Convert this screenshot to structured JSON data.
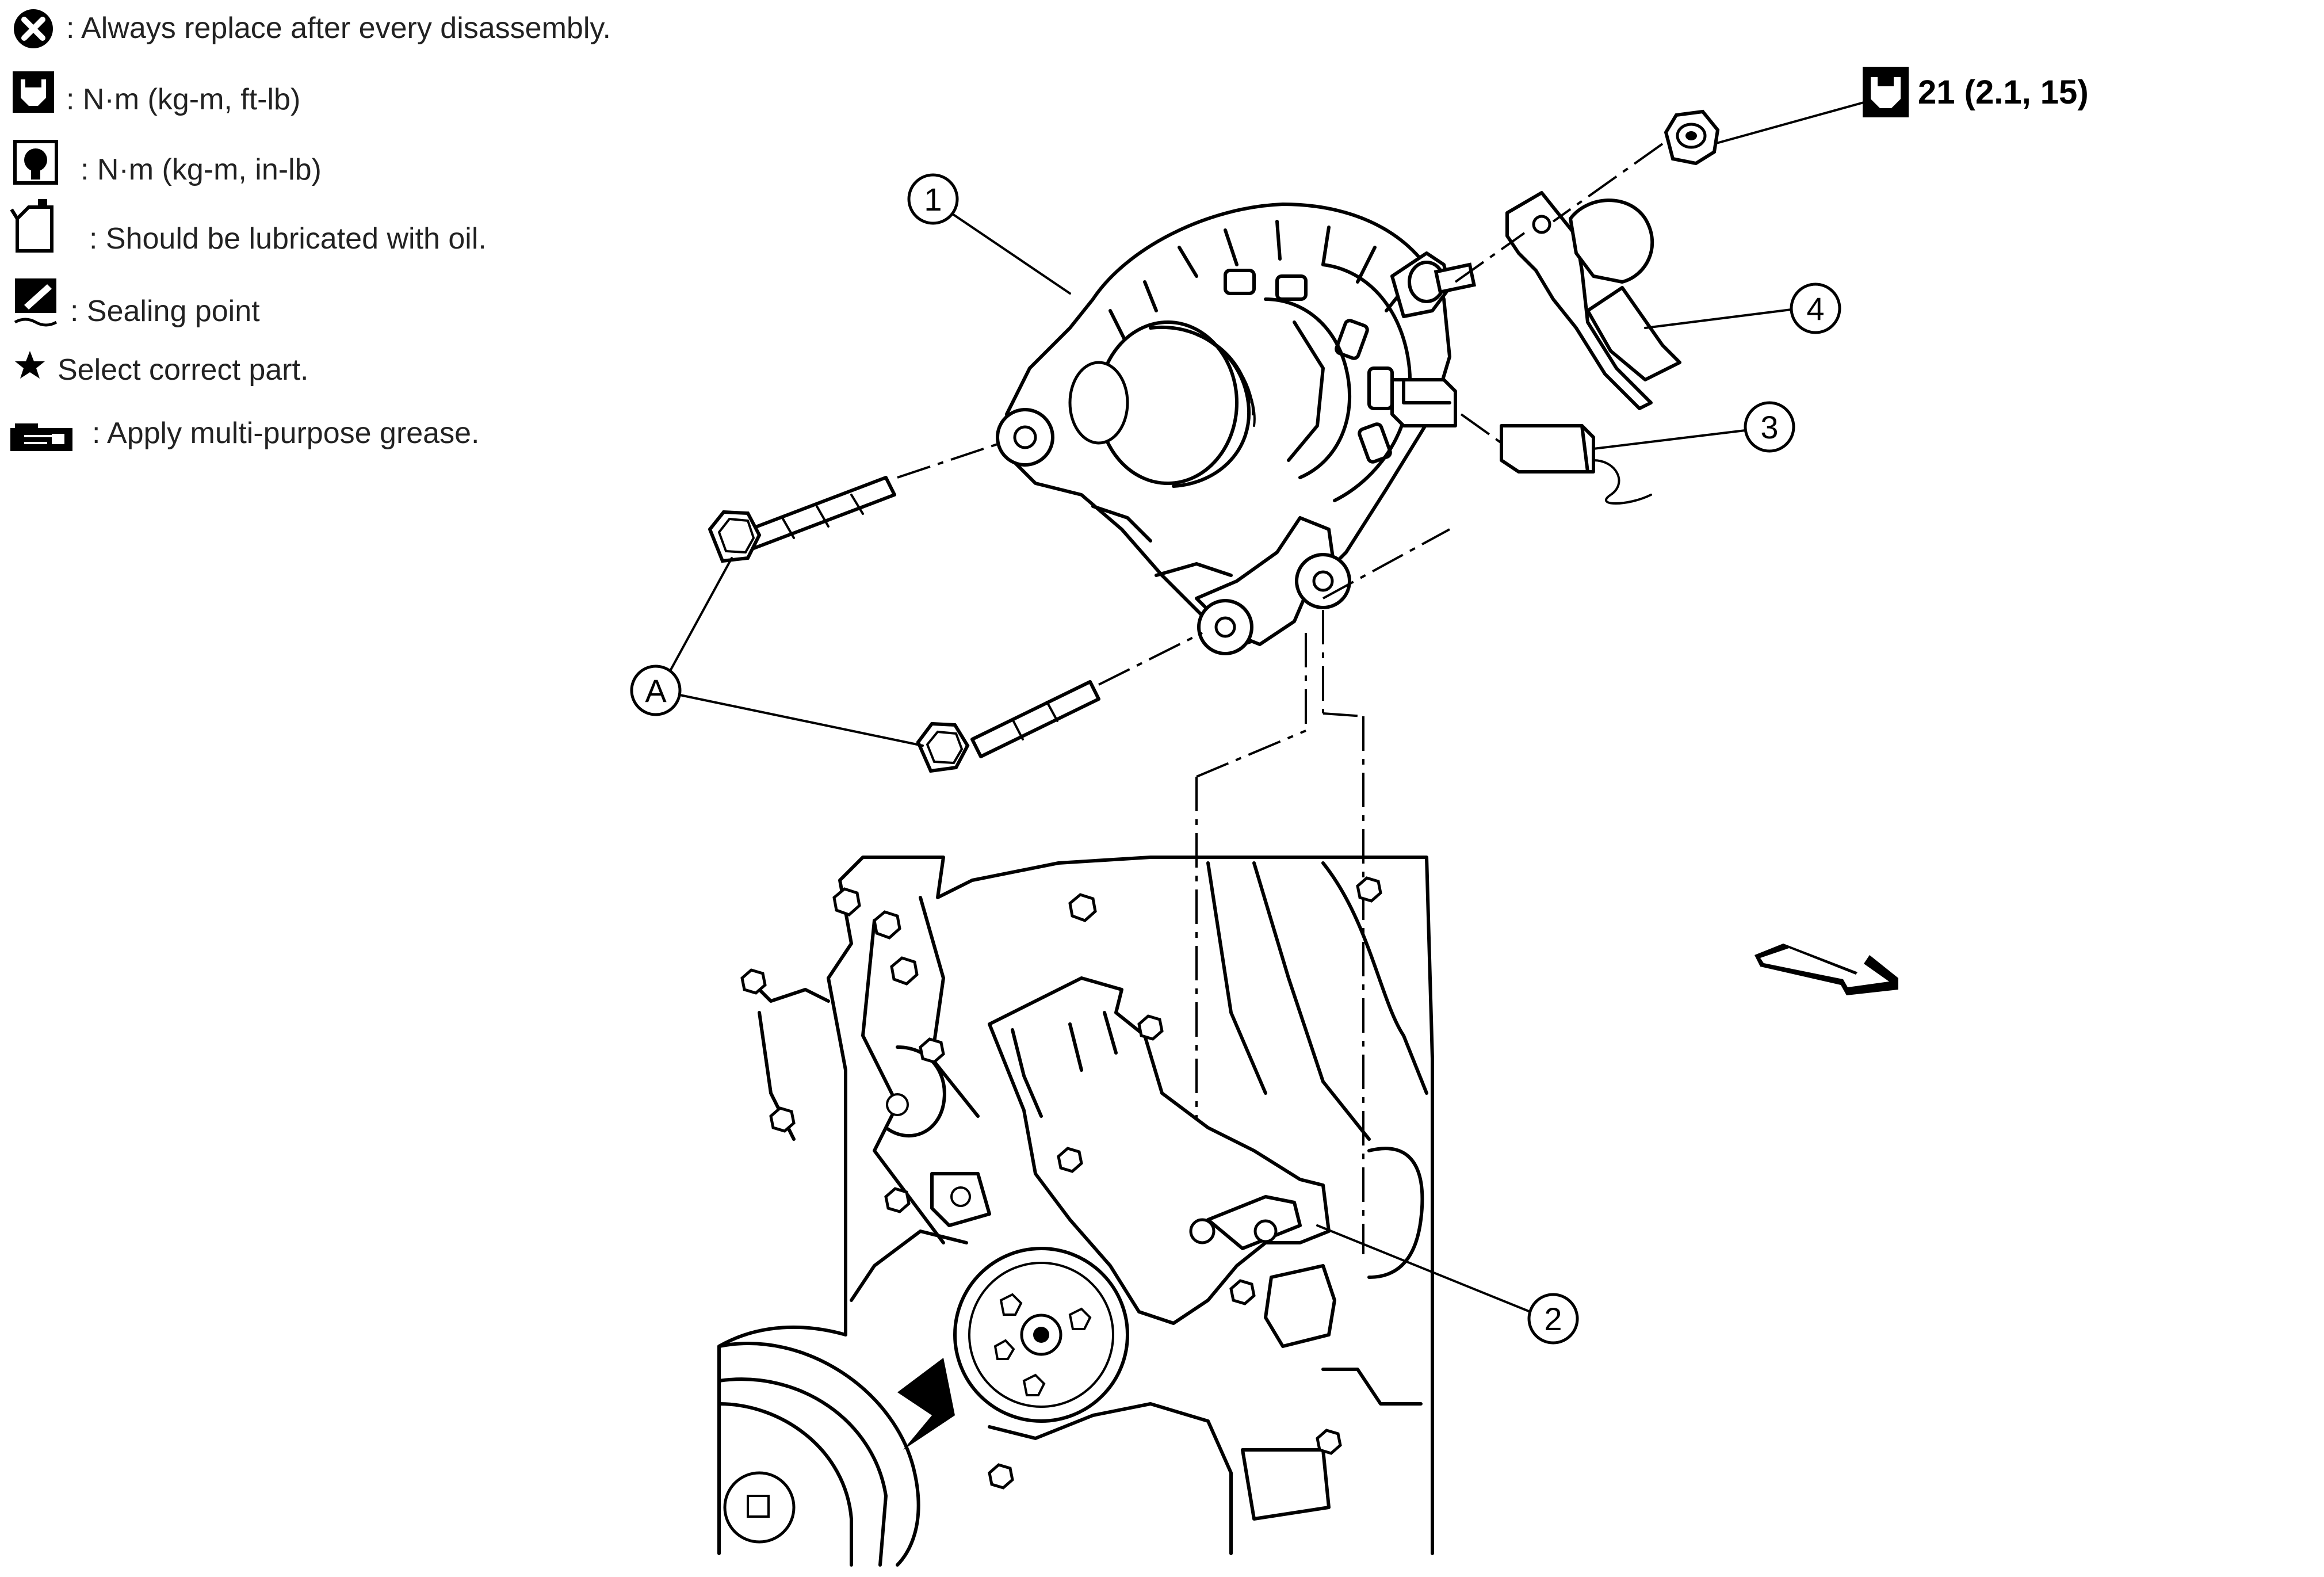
{
  "legend": [
    {
      "icon": "always-replace-icon",
      "text": ": Always replace after every disassembly."
    },
    {
      "icon": "torque-ft-lb-icon",
      "text": ": N·m (kg-m, ft-lb)"
    },
    {
      "icon": "torque-in-lb-icon",
      "text": ": N·m (kg-m, in-lb)"
    },
    {
      "icon": "oil-can-icon",
      "text": ": Should be lubricated with oil."
    },
    {
      "icon": "sealing-point-icon",
      "text": ": Sealing point"
    },
    {
      "icon": "star-icon",
      "text": "Select correct part."
    },
    {
      "icon": "grease-icon",
      "text": ": Apply multi-purpose grease."
    }
  ],
  "torque_spec": {
    "icon": "torque-ft-lb-icon",
    "text": "21 (2.1, 15)"
  },
  "callouts": {
    "c1": "1",
    "c2": "2",
    "c3": "3",
    "c4": "4",
    "cA": "A"
  },
  "colors": {
    "line": "#000000",
    "background": "#ffffff"
  }
}
